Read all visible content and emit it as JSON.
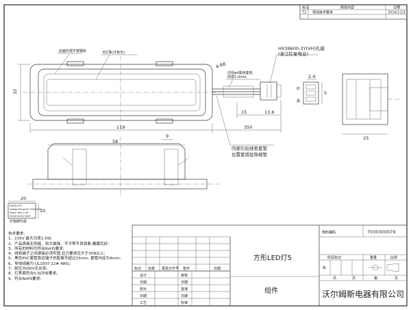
{
  "revision_block": {
    "header_mark": "标记",
    "header_content": "修改内容",
    "header_date": "日期",
    "row_mark": "T2",
    "row_content": "增加技术要求",
    "row_date": "2016/11/3"
  },
  "callouts": {
    "stainless": "此面外观不锈钢色",
    "bead": "6灯珠(冷色光)",
    "sleeve": "内径φ4黑色套管,",
    "sleeve2": "厚度1.0mm",
    "connector": "HX39600-3Y(VH)孔座",
    "connector2": "(浙江红星电业)",
    "lead": "内部引出线至套管",
    "lead2": "位置套双层热缩管",
    "red": "红",
    "black": "黑",
    "nameplate": "灯铭牌内容"
  },
  "dimensions": {
    "d486": "4-R6",
    "d32": "32",
    "d119": "119",
    "d350": "350",
    "d15": "15",
    "d136": "13.6",
    "d58": "58",
    "d9": "9",
    "d24": "2.4",
    "d5": "5",
    "d25": "25",
    "d20": "20",
    "d10": "10"
  },
  "nameplate_lines": [
    "MODEL:LT5",
    "Voltage Range:AC 230V 50Hz",
    "Power: Max 1.5W",
    "GSL0010(00) 5KHZ"
  ],
  "notes": {
    "title": "技术要求:",
    "items": [
      "1、230V 最大功率1.5W;",
      "2、产品表面无划痕、较大披锋、不平等不良现象,覆膜完好;",
      "3、所有的材料均符合RoHS要求;",
      "4、线和端子之间铆接必须牢固,拉力要求应大于30N以上;",
      "5、黑色PVC套管靠近端子的距离不超过15mm, 套管内径为4mm;",
      "6、导线规格为:UL1007 22# AWG;",
      "7、耐压3500V无击穿。",
      "8、灯表面符合0.5J冲击要求。",
      "9、符合RoHS要求;"
    ]
  },
  "title_block": {
    "material_code_label": "物料编码",
    "material_code": "7030300079",
    "product_name": "方形LED灯5",
    "assembly": "组件",
    "company": "沃尔姆斯电器有限公司",
    "stage_mark": "阶段标记",
    "weight": "重量",
    "scale": "比例",
    "stage_value": "A",
    "total": "共",
    "sheet": "页",
    "page_of": "第",
    "page_end": "页",
    "mark": "标记",
    "count": "处数",
    "change_doc": "更改文件号",
    "sign": "签字",
    "date": "日期",
    "design": "设计",
    "review": "审核",
    "check": "校对",
    "approve": "批准",
    "process": "工艺",
    "standard": "标准",
    "date_label": "日期"
  }
}
